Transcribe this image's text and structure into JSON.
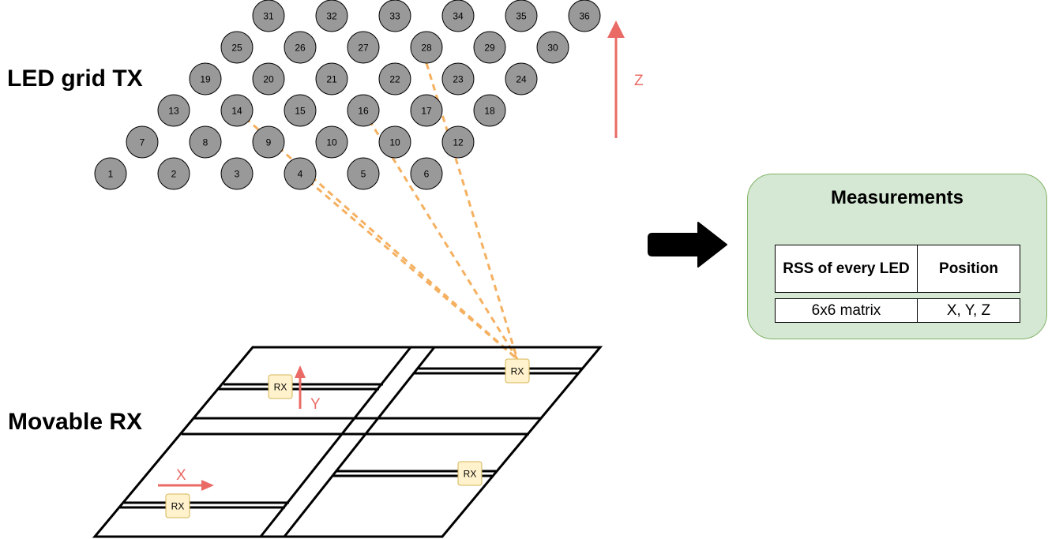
{
  "labels": {
    "tx": "LED grid TX",
    "rx": "Movable RX",
    "z_axis": "Z",
    "x_axis": "X",
    "y_axis": "Y"
  },
  "leds": [
    {
      "n": "1"
    },
    {
      "n": "2"
    },
    {
      "n": "3"
    },
    {
      "n": "4"
    },
    {
      "n": "5"
    },
    {
      "n": "6"
    },
    {
      "n": "7"
    },
    {
      "n": "8"
    },
    {
      "n": "9"
    },
    {
      "n": "10"
    },
    {
      "n": "10"
    },
    {
      "n": "12"
    },
    {
      "n": "13"
    },
    {
      "n": "14"
    },
    {
      "n": "15"
    },
    {
      "n": "16"
    },
    {
      "n": "17"
    },
    {
      "n": "18"
    },
    {
      "n": "19"
    },
    {
      "n": "20"
    },
    {
      "n": "21"
    },
    {
      "n": "22"
    },
    {
      "n": "23"
    },
    {
      "n": "24"
    },
    {
      "n": "25"
    },
    {
      "n": "26"
    },
    {
      "n": "27"
    },
    {
      "n": "28"
    },
    {
      "n": "29"
    },
    {
      "n": "30"
    },
    {
      "n": "31"
    },
    {
      "n": "32"
    },
    {
      "n": "33"
    },
    {
      "n": "34"
    },
    {
      "n": "35"
    },
    {
      "n": "36"
    }
  ],
  "receivers": [
    {
      "label": "RX"
    },
    {
      "label": "RX"
    },
    {
      "label": "RX"
    },
    {
      "label": "RX"
    }
  ],
  "measurements": {
    "title": "Measurements",
    "headers": [
      "RSS of every LED",
      "Position"
    ],
    "values": [
      "6x6 matrix",
      "X, Y, Z"
    ]
  },
  "colors": {
    "led_fill": "#999999",
    "rx_fill": "#fff2cc",
    "rx_stroke": "#d6b656",
    "axis_arrow": "#ea6b66",
    "ray": "#f5b060",
    "measure_bg": "#d5e8d4",
    "measure_border": "#82b366"
  }
}
